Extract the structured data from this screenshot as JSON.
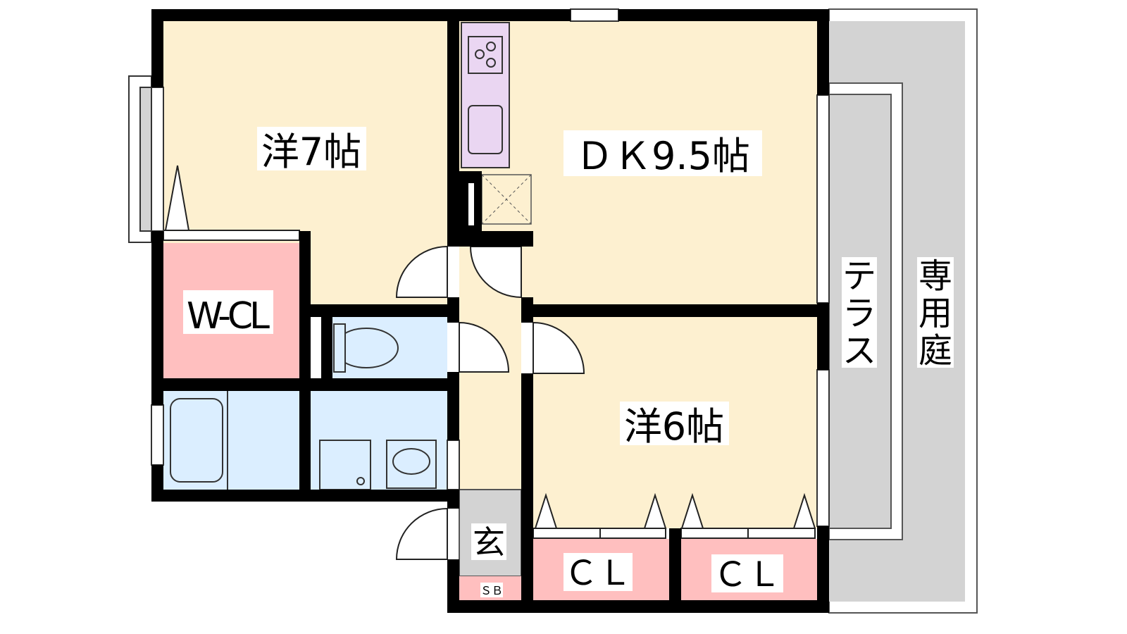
{
  "title": "Floor plan 2DK",
  "rooms": {
    "western7": "洋7帖",
    "dk": "ＤＫ9.5帖",
    "western6": "洋6帖",
    "wcl": "W-CL",
    "entrance": "玄",
    "sb": "ＳＢ",
    "cl1": "ＣＬ",
    "cl2": "ＣＬ",
    "terrace": [
      "テ",
      "ラ",
      "ス"
    ],
    "garden": [
      "専",
      "用",
      "庭"
    ]
  },
  "colors": {
    "room": "#fdf0d0",
    "storage": "#ffbfbf",
    "wet": "#dbeeff",
    "gray": "#d3d3d3",
    "kitchen": "#ead6f2",
    "wall": "#000000"
  }
}
